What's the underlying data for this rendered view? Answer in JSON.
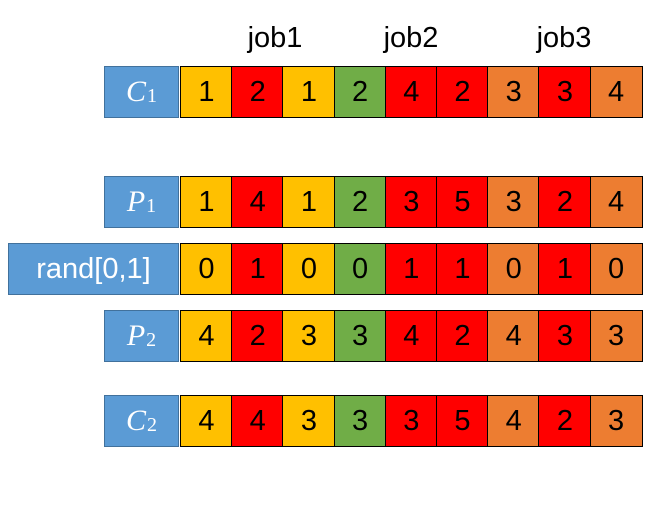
{
  "colors": {
    "job1": "#ffc000",
    "job2": "#ff0000",
    "job3": "#ed7d31",
    "green": "#70ad47",
    "label_fill": "#5b9bd5"
  },
  "headers": [
    "job1",
    "job2",
    "job3"
  ],
  "rows": [
    {
      "label_letter": "C",
      "label_sub": "1",
      "values": [
        "1",
        "2",
        "1",
        "2",
        "4",
        "2",
        "3",
        "3",
        "4"
      ]
    },
    {
      "label_letter": "P",
      "label_sub": "1",
      "values": [
        "1",
        "4",
        "1",
        "2",
        "3",
        "5",
        "3",
        "2",
        "4"
      ]
    },
    {
      "label_text": "rand[0,1]",
      "values": [
        "0",
        "1",
        "0",
        "0",
        "1",
        "1",
        "0",
        "1",
        "0"
      ]
    },
    {
      "label_letter": "P",
      "label_sub": "2",
      "values": [
        "4",
        "2",
        "3",
        "3",
        "4",
        "2",
        "4",
        "3",
        "3"
      ]
    },
    {
      "label_letter": "C",
      "label_sub": "2",
      "values": [
        "4",
        "4",
        "3",
        "3",
        "3",
        "5",
        "4",
        "2",
        "3"
      ]
    }
  ],
  "cell_colors": [
    "#ffc000",
    "#ff0000",
    "#ffc000",
    "#70ad47",
    "#ff0000",
    "#ff0000",
    "#ed7d31",
    "#ff0000",
    "#ed7d31"
  ]
}
